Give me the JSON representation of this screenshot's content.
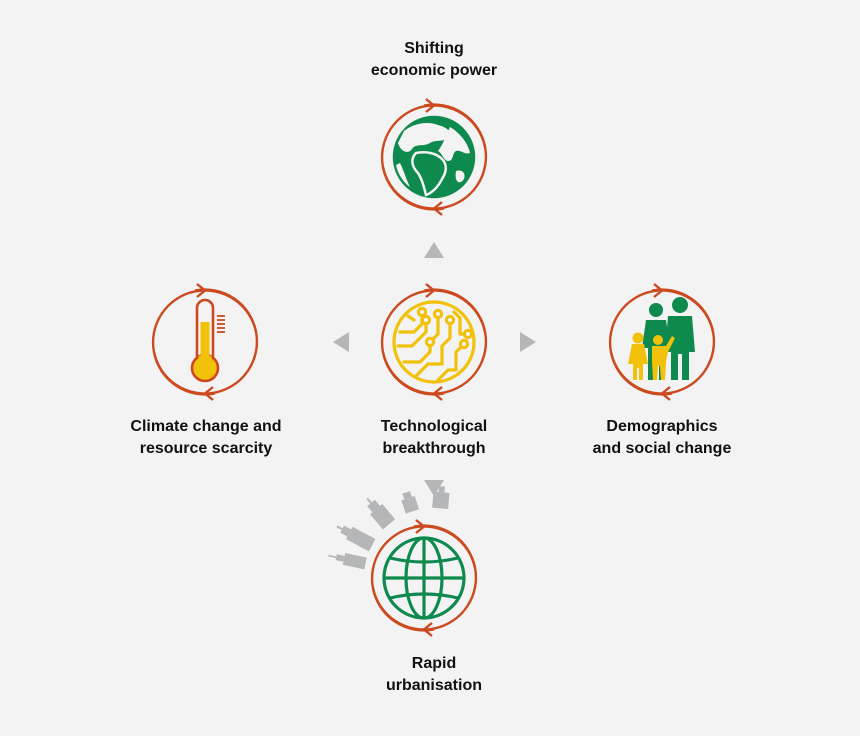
{
  "nodes": {
    "top": {
      "line1": "Shifting",
      "line2": "economic power"
    },
    "center": {
      "line1": "Technological",
      "line2": "breakthrough"
    },
    "left": {
      "line1": "Climate change and",
      "line2": "resource scarcity"
    },
    "right": {
      "line1": "Demographics",
      "line2": "and social change"
    },
    "bottom": {
      "line1": "Rapid",
      "line2": "urbanisation"
    }
  },
  "icons": {
    "top": "globe-africa-europe-icon",
    "center": "circuit-board-icon",
    "left": "thermometer-icon",
    "right": "family-icon",
    "bottom": "world-grid-globe-icon",
    "skyline": "city-skyline-icon",
    "arrows": "triangle-arrow-icon"
  },
  "colors": {
    "ring": "#cc4a1f",
    "green": "#0f8a4f",
    "yellow": "#f2c10a",
    "gray": "#b4b6b8",
    "text": "#111111",
    "background": "#f3f3f3"
  }
}
